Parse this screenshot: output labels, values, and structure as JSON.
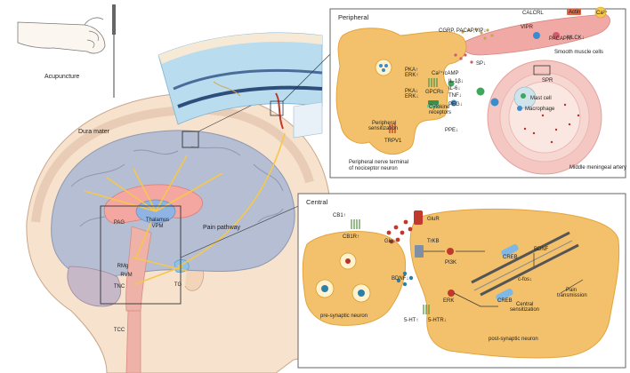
{
  "left": {
    "acupuncture": "Acupuncture",
    "dura_mater": "Dura mater",
    "thalamus": "Thalamus",
    "vpm": "VPM",
    "pag": "PAG",
    "rmg": "RMg",
    "rvm": "RVM",
    "tnc": "TNC",
    "tcc": "TCC",
    "tg": "TG",
    "pain_pathway": "Pain pathway"
  },
  "peripheral": {
    "title": "Peripheral",
    "calcrl": "CALCRL",
    "vipr": "VIPR",
    "pacapr": "PACAPR",
    "mlck": "MLCK↓",
    "actin": "Actin",
    "ca": "Ca²⁺",
    "smooth_muscle": "Smooth muscle cells",
    "cgrp": "CGRP, PACAP,VIP↓",
    "sp": "SP↓",
    "spr": "SPR",
    "mast_cell": "Mast cell",
    "macrophage": "Macrophage",
    "pka_erk_up": "PKA↑\nERK↑",
    "pka_erk_down": "PKA↓\nERK↓",
    "camp": "Ca²⁺/cAMP",
    "gpcrs": "GPCRs",
    "cytokine_receptors": "Cytokine\nreceptors",
    "il1b": "IL-1β↓",
    "il6": "IL-6↓",
    "tnf": "TNF↓",
    "peg2": "PEG↓",
    "ppe": "PPE↓",
    "peripheral_sensitization": "Peripheral\nsensitization",
    "trpv1": "TRPV1",
    "nerve_terminal": "Peripheral nerve terminal\nof nociceptor neuron",
    "artery": "Middle meningeal artery"
  },
  "central": {
    "title": "Central",
    "cb1": "CB1↑",
    "cb1r": "CB1R↑",
    "glur": "GluR",
    "glu": "Glu↓",
    "trkb": "TrKB",
    "pi3k": "PI3K",
    "creb": "CREB",
    "bdnf": "BDNF",
    "bdnf_down": "BDNF↓",
    "cfos": "c-fos↓",
    "creb2": "CREB",
    "erk": "ERK",
    "pain_transmission": "Pain\ntransmission",
    "central_sensitization": "Central\nsensitization",
    "ht": "5-HT↑",
    "htr": "5-HTR↓",
    "pre_neuron": "pre-synaptic neuron",
    "post_neuron": "post-synaptic neuron"
  },
  "colors": {
    "neuron": "#f3c16b",
    "neuron_stroke": "#e3a43e",
    "artery_outer": "#f4c7c3",
    "artery_inner": "#fbe7e1",
    "brain": "#b5bed3",
    "thalamus": "#f09a96",
    "pathway": "#f6c74a",
    "panel_border": "#666666"
  }
}
